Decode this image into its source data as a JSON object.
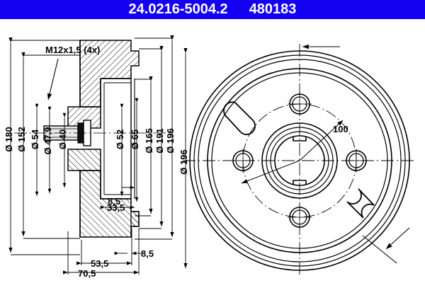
{
  "header": {
    "part_number": "24.0216-5004.2",
    "reference_number": "480183",
    "background_color": "#1400f0",
    "text_color": "#ffffff"
  },
  "drawing": {
    "title": "Brake drum technical drawing",
    "views": {
      "section": "cross-section-view",
      "front": "front-face-view"
    },
    "thread_callout": "M12x1,5 (4x)",
    "bolt_circle_label": "100",
    "diameters_left": [
      {
        "id": "d180",
        "label": "Ø 180"
      },
      {
        "id": "d152",
        "label": "Ø 152"
      },
      {
        "id": "d54",
        "label": "Ø 54"
      },
      {
        "id": "d479",
        "label": "Ø 47,9"
      },
      {
        "id": "d40",
        "label": "Ø 40"
      }
    ],
    "diameters_right": [
      {
        "id": "d52",
        "label": "Ø 52"
      },
      {
        "id": "d65",
        "label": "Ø 65"
      },
      {
        "id": "d165",
        "label": "Ø 165"
      },
      {
        "id": "d191",
        "label": "Ø 191"
      },
      {
        "id": "d196",
        "label": "Ø 196"
      }
    ],
    "diameter_front": {
      "id": "d196f",
      "label": "Ø 196"
    },
    "linear_dimensions": [
      {
        "id": "w85top",
        "label": "8,5"
      },
      {
        "id": "w335",
        "label": "33,5"
      },
      {
        "id": "w535",
        "label": "53,5"
      },
      {
        "id": "w705",
        "label": "70,5"
      },
      {
        "id": "w85bot",
        "label": "8,5"
      }
    ]
  }
}
